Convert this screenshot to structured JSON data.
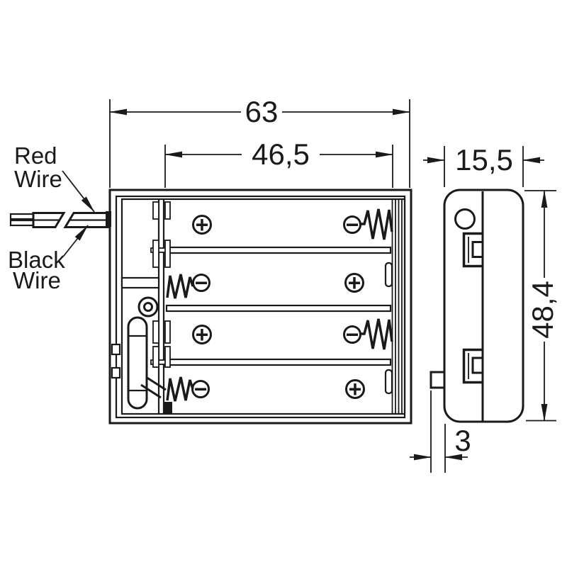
{
  "drawing": {
    "colors": {
      "ink": "#1a1a1a",
      "background": "#ffffff"
    },
    "labels": {
      "red_wire": {
        "line1": "Red",
        "line2": "Wire"
      },
      "black_wire": {
        "line1": "Black",
        "line2": "Wire"
      }
    },
    "dimensions": {
      "overall_width": "63",
      "compartment_width": "46,5",
      "side_width": "15,5",
      "overall_height": "48,4",
      "tab_offset": "3"
    },
    "battery_slots": [
      {
        "left_terminal": "+",
        "right_terminal": "−",
        "spring_side": "right"
      },
      {
        "left_terminal": "−",
        "right_terminal": "+",
        "spring_side": "left"
      },
      {
        "left_terminal": "+",
        "right_terminal": "−",
        "spring_side": "right"
      },
      {
        "left_terminal": "−",
        "right_terminal": "+",
        "spring_side": "left"
      }
    ]
  }
}
